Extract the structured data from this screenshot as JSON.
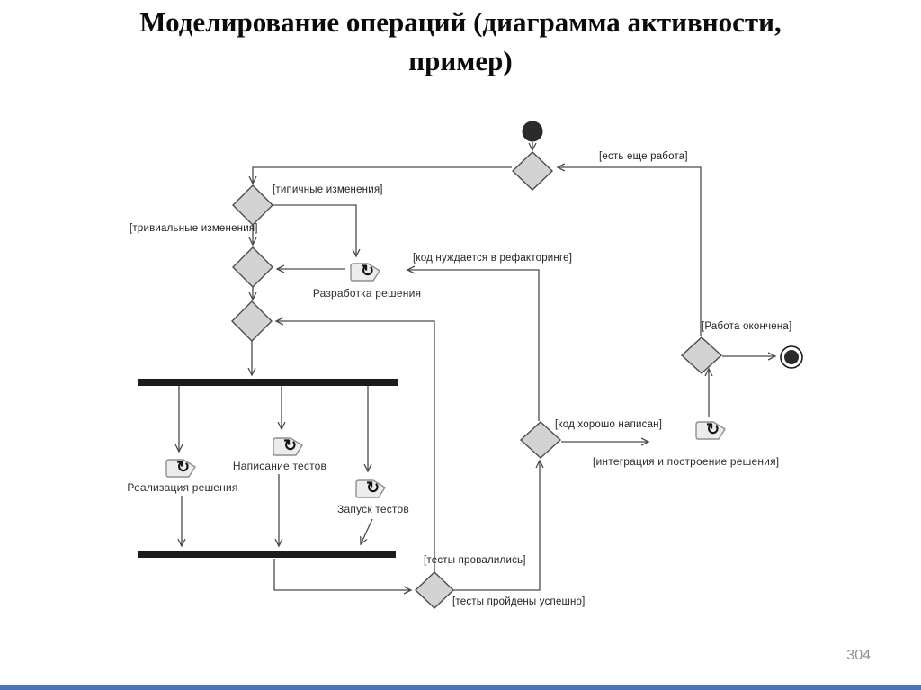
{
  "title": {
    "line1": "Моделирование операций (диаграмма активности,",
    "line2": "пример)"
  },
  "footer": {
    "page_number": "304",
    "accent_color": "#4d76b8"
  },
  "icons": {
    "refresh_glyph": "↻"
  },
  "diagram": {
    "kind": "UML activity diagram",
    "activities": [
      {
        "label": "Разработка решения"
      },
      {
        "label": "Реализация решения"
      },
      {
        "label": "Написание тестов"
      },
      {
        "label": "Запуск тестов"
      },
      {
        "label": "[интеграция и построение решения]"
      }
    ],
    "guards": {
      "more_work": "[есть еще работа]",
      "typical_changes": "[типичные изменения]",
      "trivial_changes": "[тривиальные изменения]",
      "needs_refactoring": "[код нуждается в рефакторинге]",
      "work_finished": "[Работа окончена]",
      "code_well_written": "[код хорошо написан]",
      "tests_failed": "[тесты провалились]",
      "tests_passed": "[тесты пройдены успешно]"
    },
    "colors": {
      "node_fill": "#d3d3d3",
      "node_stroke": "#4d4d4d",
      "bar_fill": "#1c1c1c",
      "line": "#4a4a4a"
    }
  }
}
